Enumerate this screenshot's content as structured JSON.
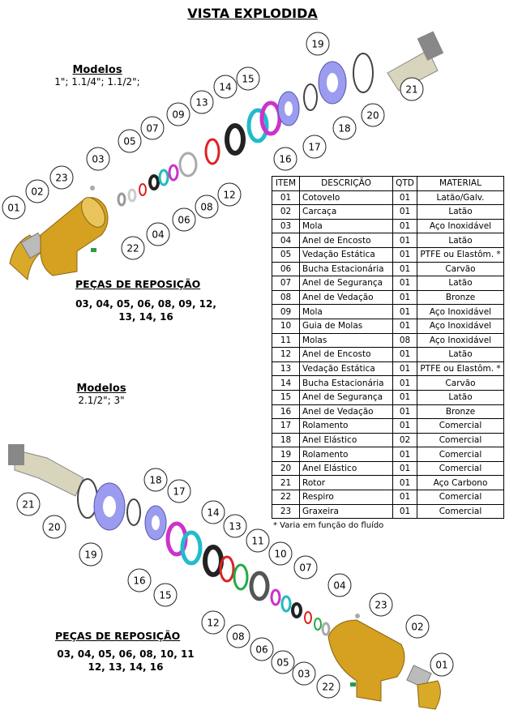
{
  "title": "VISTA EXPLODIDA",
  "top": {
    "models_label": "Modelos",
    "models": "1\"; 1.1/4\"; 1.1/2\";",
    "spares_label": "PEÇAS DE REPOSIÇÃO",
    "spares_line1": "03, 04, 05, 06, 08, 09, 12,",
    "spares_line2": "13, 14, 16",
    "callouts": [
      "19",
      "21",
      "20",
      "18",
      "17",
      "16",
      "15",
      "14",
      "13",
      "12",
      "09",
      "08",
      "07",
      "06",
      "05",
      "04",
      "03",
      "23",
      "02",
      "01",
      "22"
    ]
  },
  "bottom": {
    "models_label": "Modelos",
    "models": "2.1/2\"; 3\"",
    "spares_label": "PEÇAS DE REPOSIÇÃO",
    "spares_line1": "03, 04, 05, 06, 08, 10, 11",
    "spares_line2": "12, 13, 14, 16",
    "callouts": [
      "21",
      "20",
      "19",
      "18",
      "17",
      "16",
      "15",
      "14",
      "13",
      "12",
      "11",
      "10",
      "08",
      "07",
      "06",
      "05",
      "04",
      "03",
      "23",
      "02",
      "01",
      "22"
    ]
  },
  "table": {
    "headers": [
      "ITEM",
      "DESCRIÇÃO",
      "QTD",
      "MATERIAL"
    ],
    "rows": [
      [
        "01",
        "Cotovelo",
        "01",
        "Latão/Galv."
      ],
      [
        "02",
        "Carcaça",
        "01",
        "Latão"
      ],
      [
        "03",
        "Mola",
        "01",
        "Aço Inoxidável"
      ],
      [
        "04",
        "Anel de Encosto",
        "01",
        "Latão"
      ],
      [
        "05",
        "Vedação Estática",
        "01",
        "PTFE ou Elastôm. *"
      ],
      [
        "06",
        "Bucha Estacionária",
        "01",
        "Carvão"
      ],
      [
        "07",
        "Anel de Segurança",
        "01",
        "Latão"
      ],
      [
        "08",
        "Anel de Vedação",
        "01",
        "Bronze"
      ],
      [
        "09",
        "Mola",
        "01",
        "Aço Inoxidável"
      ],
      [
        "10",
        "Guia de Molas",
        "01",
        "Aço Inoxidável"
      ],
      [
        "11",
        "Molas",
        "08",
        "Aço Inoxidável"
      ],
      [
        "12",
        "Anel de Encosto",
        "01",
        "Latão"
      ],
      [
        "13",
        "Vedação Estática",
        "01",
        "PTFE ou Elastôm. *"
      ],
      [
        "14",
        "Bucha Estacionária",
        "01",
        "Carvão"
      ],
      [
        "15",
        "Anel de Segurança",
        "01",
        "Latão"
      ],
      [
        "16",
        "Anel de Vedação",
        "01",
        "Bronze"
      ],
      [
        "17",
        "Rolamento",
        "01",
        "Comercial"
      ],
      [
        "18",
        "Anel Elástico",
        "02",
        "Comercial"
      ],
      [
        "19",
        "Rolamento",
        "01",
        "Comercial"
      ],
      [
        "20",
        "Anel Elástico",
        "01",
        "Comercial"
      ],
      [
        "21",
        "Rotor",
        "01",
        "Aço Carbono"
      ],
      [
        "22",
        "Respiro",
        "01",
        "Comercial"
      ],
      [
        "23",
        "Graxeira",
        "01",
        "Comercial"
      ]
    ],
    "footnote": "* Varia em função do fluído"
  }
}
